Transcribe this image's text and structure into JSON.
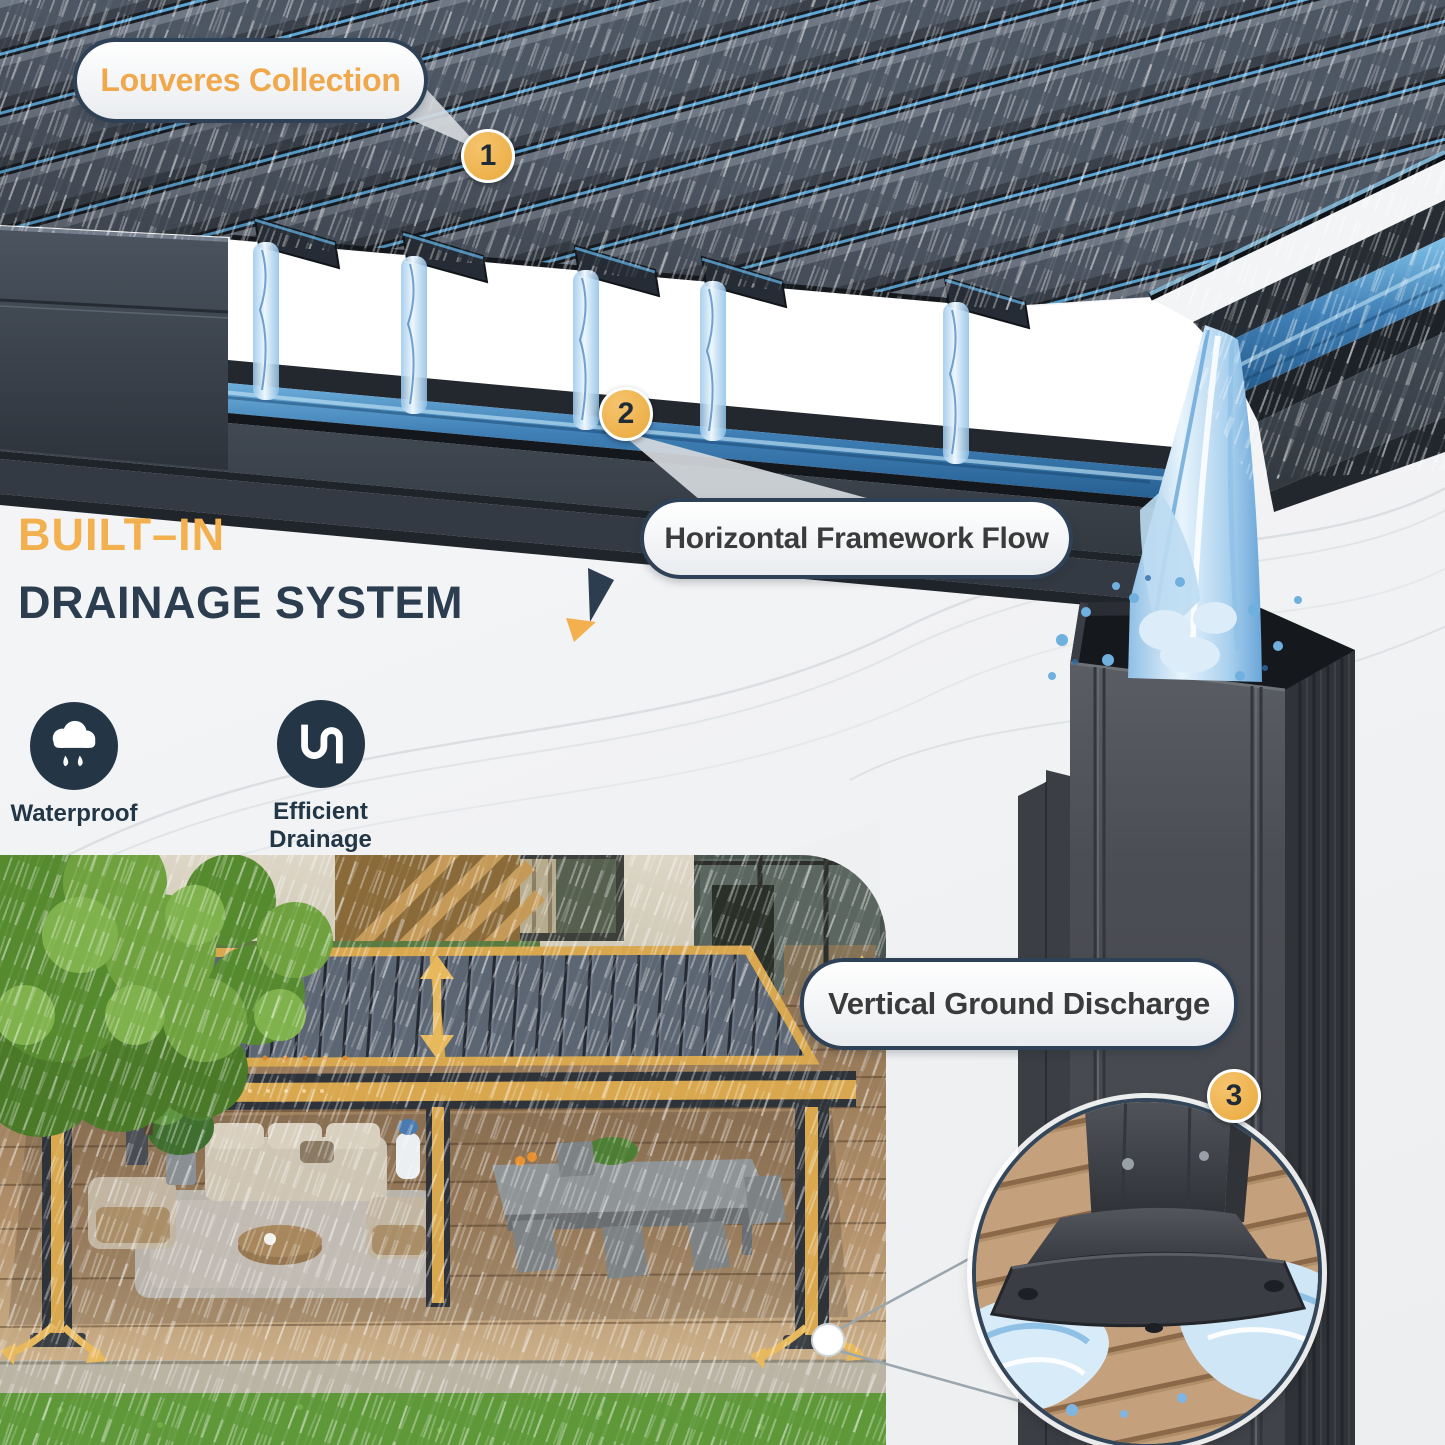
{
  "callouts": {
    "louveres": {
      "label": "Louveres Collection",
      "number": "1"
    },
    "framework": {
      "label": "Horizontal Framework Flow",
      "number": "2"
    },
    "discharge": {
      "label": "Vertical Ground Discharge",
      "number": "3"
    }
  },
  "headline": {
    "line1": "BUILT–IN",
    "line2": "DRAINAGE SYSTEM"
  },
  "features": [
    {
      "icon": "rain-cloud-icon",
      "label": "Waterproof"
    },
    {
      "icon": "drain-pipe-icon",
      "label": "Efficient Drainage"
    }
  ],
  "colors": {
    "accent_yellow": "#EDAF4E",
    "headline_navy": "#2C3D50",
    "water_blue": "#5FA3D5",
    "pill_border": "#2E4156",
    "badge_yellow": "#EFB653",
    "icon_navy": "#243646"
  }
}
